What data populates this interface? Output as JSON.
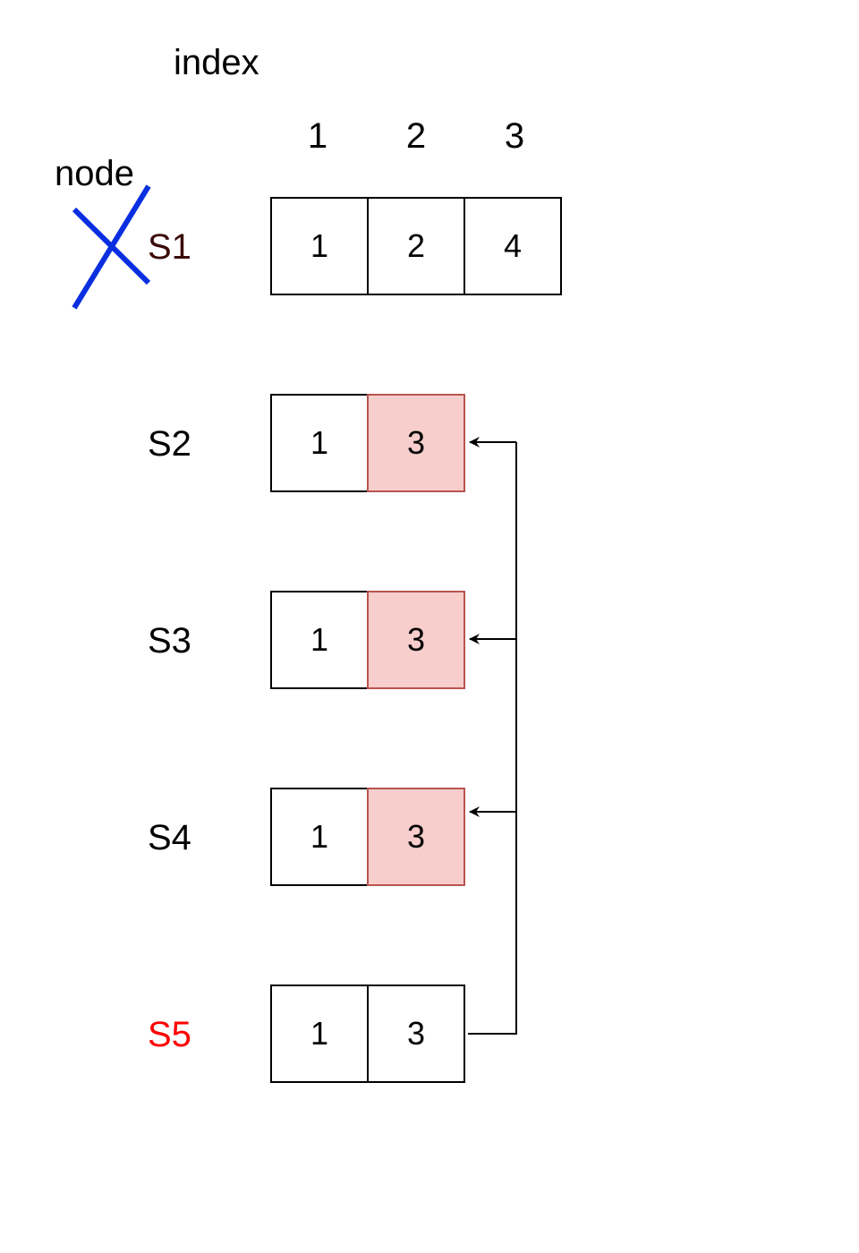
{
  "axis": {
    "index_title": "index",
    "node_title": "node"
  },
  "indices": [
    "1",
    "2",
    "3"
  ],
  "nodes": [
    {
      "name": "S1",
      "name_color": "#3b0a0a",
      "crossed_out": true,
      "cells": [
        {
          "value": "1",
          "highlighted": false
        },
        {
          "value": "2",
          "highlighted": false
        },
        {
          "value": "4",
          "highlighted": false
        }
      ]
    },
    {
      "name": "S2",
      "name_color": "#000000",
      "crossed_out": false,
      "cells": [
        {
          "value": "1",
          "highlighted": false
        },
        {
          "value": "3",
          "highlighted": true
        }
      ]
    },
    {
      "name": "S3",
      "name_color": "#000000",
      "crossed_out": false,
      "cells": [
        {
          "value": "1",
          "highlighted": false
        },
        {
          "value": "3",
          "highlighted": true
        }
      ]
    },
    {
      "name": "S4",
      "name_color": "#000000",
      "crossed_out": false,
      "cells": [
        {
          "value": "1",
          "highlighted": false
        },
        {
          "value": "3",
          "highlighted": true
        }
      ]
    },
    {
      "name": "S5",
      "name_color": "#ff0000",
      "crossed_out": false,
      "cells": [
        {
          "value": "1",
          "highlighted": false
        },
        {
          "value": "3",
          "highlighted": false
        }
      ]
    }
  ],
  "colors": {
    "highlight_fill": "#f8cecc",
    "highlight_border": "#b85450",
    "cross_mark": "#0a2fe0",
    "arrow": "#000000"
  },
  "replication": {
    "source": "S5",
    "targets": [
      "S2",
      "S3",
      "S4"
    ]
  }
}
